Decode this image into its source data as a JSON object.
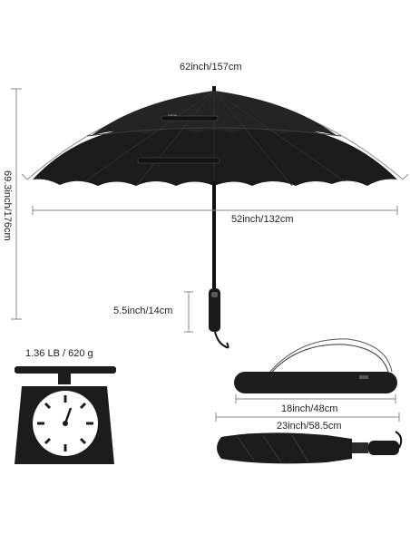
{
  "dimensions": {
    "arc_length": "62inch/157cm",
    "height": "69.3inch/176cm",
    "canopy_width": "52inch/132cm",
    "handle_length": "5.5inch/14cm",
    "sleeve_length": "18inch/48cm",
    "folded_length": "23inch/58.5cm"
  },
  "weight": {
    "label": "1.36 LB / 620 g"
  },
  "brand_mark": "G4Free",
  "colors": {
    "canopy": "#1b1b1b",
    "line": "#888888",
    "scale": "#1c1c1c"
  }
}
